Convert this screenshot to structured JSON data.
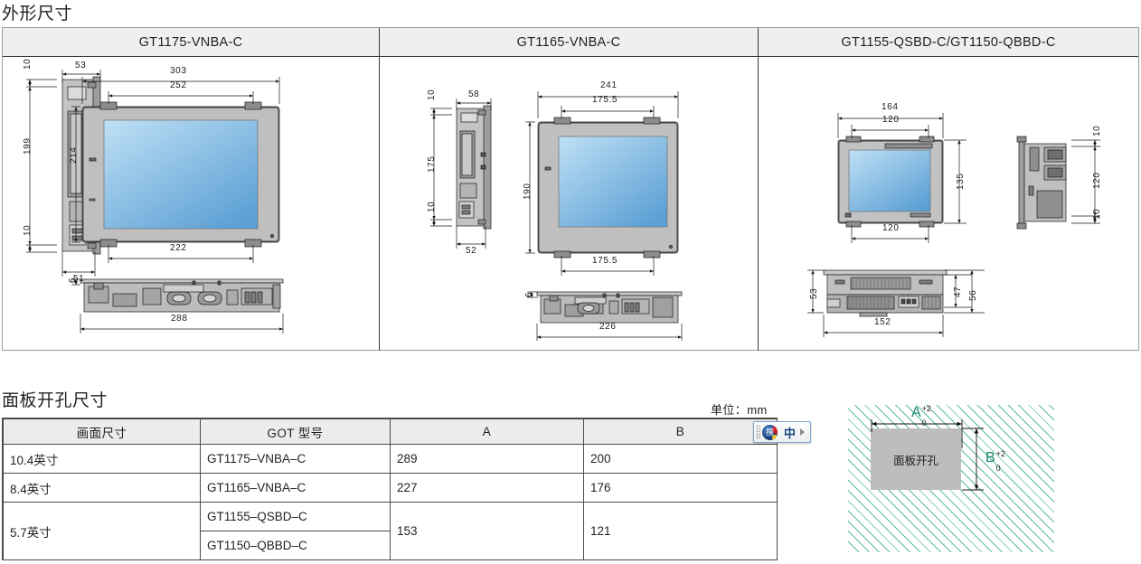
{
  "sections": {
    "outline_title": "外形尺寸",
    "cutout_title": "面板开孔尺寸",
    "units_label": "单位：mm"
  },
  "dimension_table": {
    "columns": [
      {
        "header": "GT1175-VNBA-C",
        "views": {
          "side": {
            "depth_total": "53",
            "depth_body": "51",
            "top_gap": "10",
            "body_height": "199",
            "bottom_gap": "10"
          },
          "front": {
            "width_total": "303",
            "mount_top": "252",
            "mount_bottom": "222",
            "height_total": "214"
          },
          "top": {
            "thickness": "6",
            "width": "288"
          }
        }
      },
      {
        "header": "GT1165-VNBA-C",
        "views": {
          "side": {
            "depth_total": "58",
            "depth_body": "52",
            "top_gap": "10",
            "body_height": "175",
            "bottom_gap": "10"
          },
          "front": {
            "width_total": "241",
            "mount_top": "175.5",
            "mount_bottom": "175.5",
            "height_total": "190"
          },
          "top": {
            "thickness": "6",
            "width": "226"
          }
        }
      },
      {
        "header": "GT1155-QSBD-C/GT1150-QBBD-C",
        "views": {
          "front": {
            "width_total": "164",
            "mount_top": "120",
            "mount_bottom": "120",
            "height_total": "135"
          },
          "side": {
            "top_gap": "10",
            "body_height": "120",
            "bottom_gap": "10"
          },
          "top": {
            "height_left": "53",
            "height_right_inner": "47",
            "height_right_outer": "56",
            "width": "152"
          }
        }
      }
    ]
  },
  "cutout_table": {
    "headers": [
      "画面尺寸",
      "GOT 型号",
      "A",
      "B"
    ],
    "rows": [
      {
        "screen_size": "10.4英寸",
        "models": [
          "GT1175–VNBA–C"
        ],
        "a": "289",
        "b": "200"
      },
      {
        "screen_size": "8.4英寸",
        "models": [
          "GT1165–VNBA–C"
        ],
        "a": "227",
        "b": "176"
      },
      {
        "screen_size": "5.7英寸",
        "models": [
          "GT1155–QSBD–C",
          "GT1150–QBBD–C"
        ],
        "a": "153",
        "b": "121"
      }
    ]
  },
  "cutout_figure": {
    "hole_label": "面板开孔",
    "width_label": "A",
    "height_label": "B",
    "tolerance_upper": "+2",
    "tolerance_lower": "0",
    "hatch_color": "#3fae91",
    "label_color": "#18876c",
    "hole_color": "#bdbdbd"
  },
  "ime_bar": {
    "logo_glyph": "搜",
    "mode_label": "中",
    "arrow": "▶"
  },
  "colors": {
    "header_bg": "#efefef",
    "screen_blue_light": "#a9d4f0",
    "screen_blue_dark": "#5b9fd4",
    "body_gray": "#b8b8b8",
    "line": "#1a1a1a"
  }
}
